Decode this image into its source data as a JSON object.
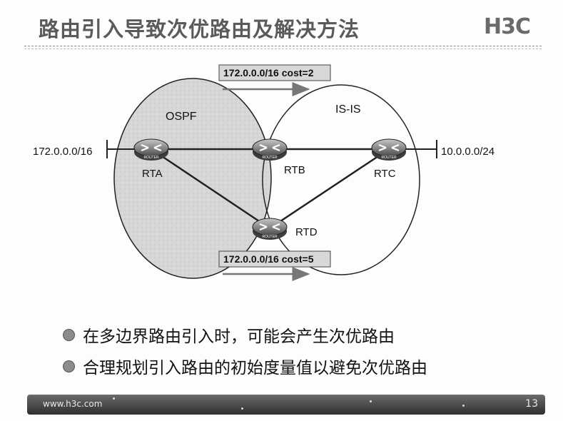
{
  "slide": {
    "title": "路由引入导致次优路由及解决方法",
    "logo": "H3C"
  },
  "diagram": {
    "domains": [
      {
        "name": "OSPF"
      },
      {
        "name": "IS-IS"
      }
    ],
    "routers": [
      {
        "id": "rta",
        "label": "RTA"
      },
      {
        "id": "rtb",
        "label": "RTB"
      },
      {
        "id": "rtc",
        "label": "RTC"
      },
      {
        "id": "rtd",
        "label": "RTD"
      }
    ],
    "router_badge": "ROUTER",
    "networks": [
      {
        "label": "172.0.0.0/16"
      },
      {
        "label": "10.0.0.0/24"
      }
    ],
    "route_labels": [
      {
        "text": "172.0.0.0/16 cost=2"
      },
      {
        "text": "172.0.0.0/16 cost=5"
      }
    ]
  },
  "bullets": [
    "在多边界路由引入时，可能会产生次优路由",
    "合理规划引入路由的初始度量值以避免次优路由"
  ],
  "footer": {
    "url": "www.h3c.com",
    "page": "13"
  }
}
